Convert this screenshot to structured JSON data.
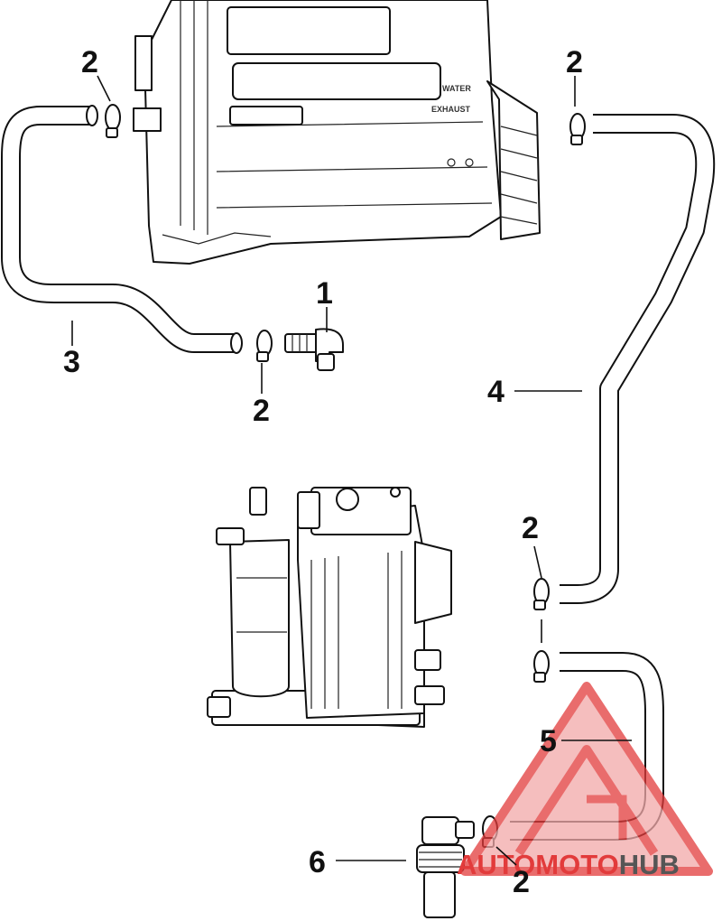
{
  "callouts": {
    "c1": "1",
    "c2a": "2",
    "c2b": "2",
    "c2c": "2",
    "c2d": "2",
    "c2e": "2",
    "c3": "3",
    "c4": "4",
    "c5": "5",
    "c6": "6"
  },
  "module_labels": {
    "line1": "WATER",
    "line2": "EXHAUST"
  },
  "watermark": {
    "part1": "AUTO",
    "part2": "MOTO",
    "part3": "HUB",
    "color_red": "#e23b3b",
    "color_gray": "#555555"
  }
}
